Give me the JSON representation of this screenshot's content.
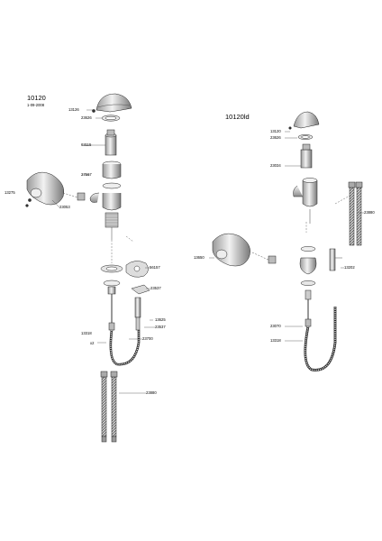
{
  "left": {
    "title": "10120",
    "date": "1-09-2008",
    "parts": {
      "p13126": "13126",
      "p23626": "23626",
      "p63115": "63115",
      "p27567": "27567",
      "p13275": "13275",
      "p23053": "23053",
      "p56157": "56157",
      "p23537a": "23537",
      "p13625": "13625",
      "p23537b": "23537",
      "p13318": "13318",
      "p23700": "23700",
      "x2": "x2",
      "p23880": "23880"
    }
  },
  "right": {
    "title": "10120ld",
    "parts": {
      "p13120": "13120",
      "p23626": "23626",
      "p23034": "23034",
      "p23880": "23880",
      "p13650": "13650",
      "p13202": "13202",
      "p23070": "23070",
      "p13318": "13318"
    }
  }
}
